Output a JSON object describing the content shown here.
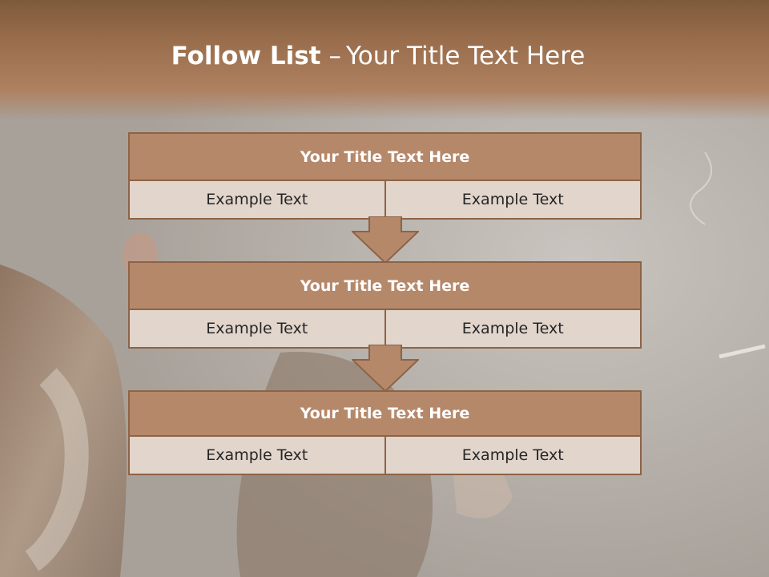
{
  "title": {
    "bold": "Follow List",
    "dash": "–",
    "rest": "Your Title Text Here"
  },
  "steps": [
    {
      "title": "Your Title Text Here",
      "left": "Example Text",
      "right": "Example Text"
    },
    {
      "title": "Your Title Text Here",
      "left": "Example Text",
      "right": "Example Text"
    },
    {
      "title": "Your Title Text Here",
      "left": "Example Text",
      "right": "Example Text"
    }
  ],
  "colors": {
    "header": "#9a6e4c",
    "box_title": "#b5886a",
    "box_cell": "#e1d5cc",
    "border": "#8d6346"
  }
}
